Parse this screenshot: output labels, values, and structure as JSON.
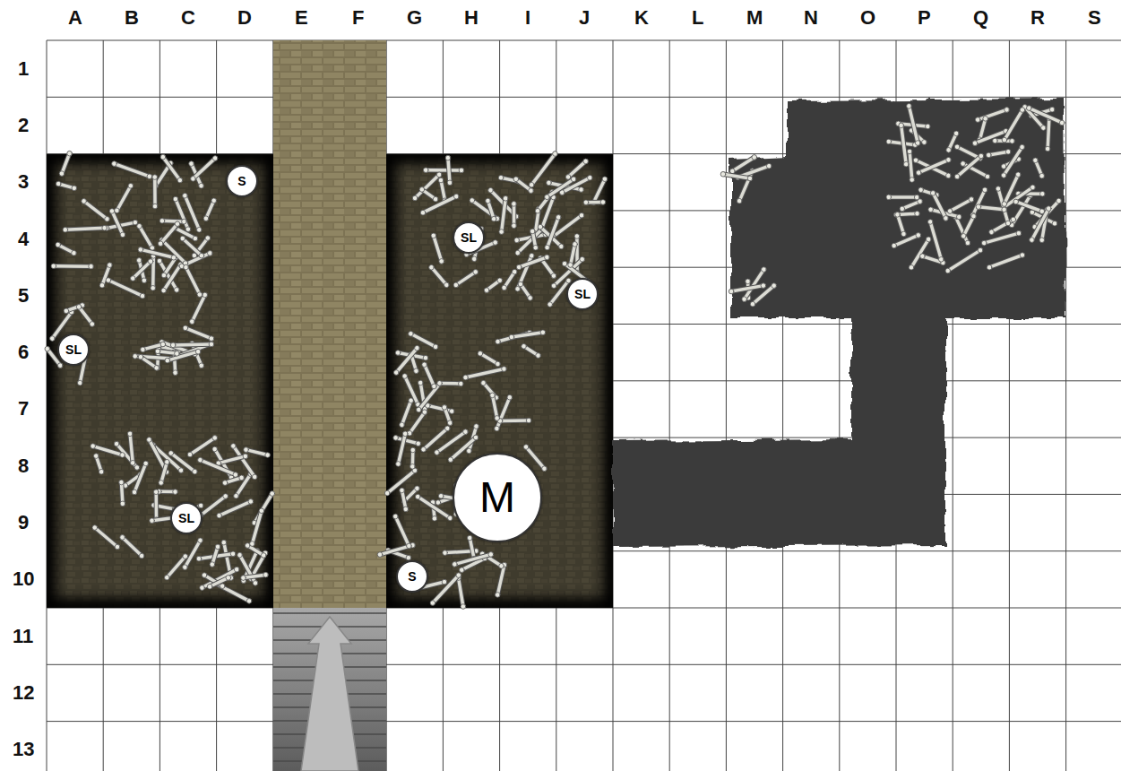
{
  "diagram": {
    "nodes": [
      {
        "text": [
          "S"
        ]
      },
      {
        "text": [
          "SL"
        ]
      },
      {
        "text": [
          "SL"
        ]
      },
      {
        "text": [
          "SL"
        ]
      },
      {
        "text": [
          "M"
        ]
      },
      {
        "text": [
          "SL"
        ]
      },
      {
        "text": [
          "S"
        ]
      }
    ],
    "labels": [
      "A",
      "B",
      "C",
      "D",
      "E",
      "F",
      "G",
      "H",
      "I",
      "J",
      "K",
      "L",
      "M",
      "N",
      "O",
      "P",
      "Q",
      "R",
      "S",
      "1",
      "2",
      "3",
      "4",
      "5",
      "6",
      "7",
      "8",
      "9",
      "10",
      "11",
      "12",
      "13"
    ]
  }
}
